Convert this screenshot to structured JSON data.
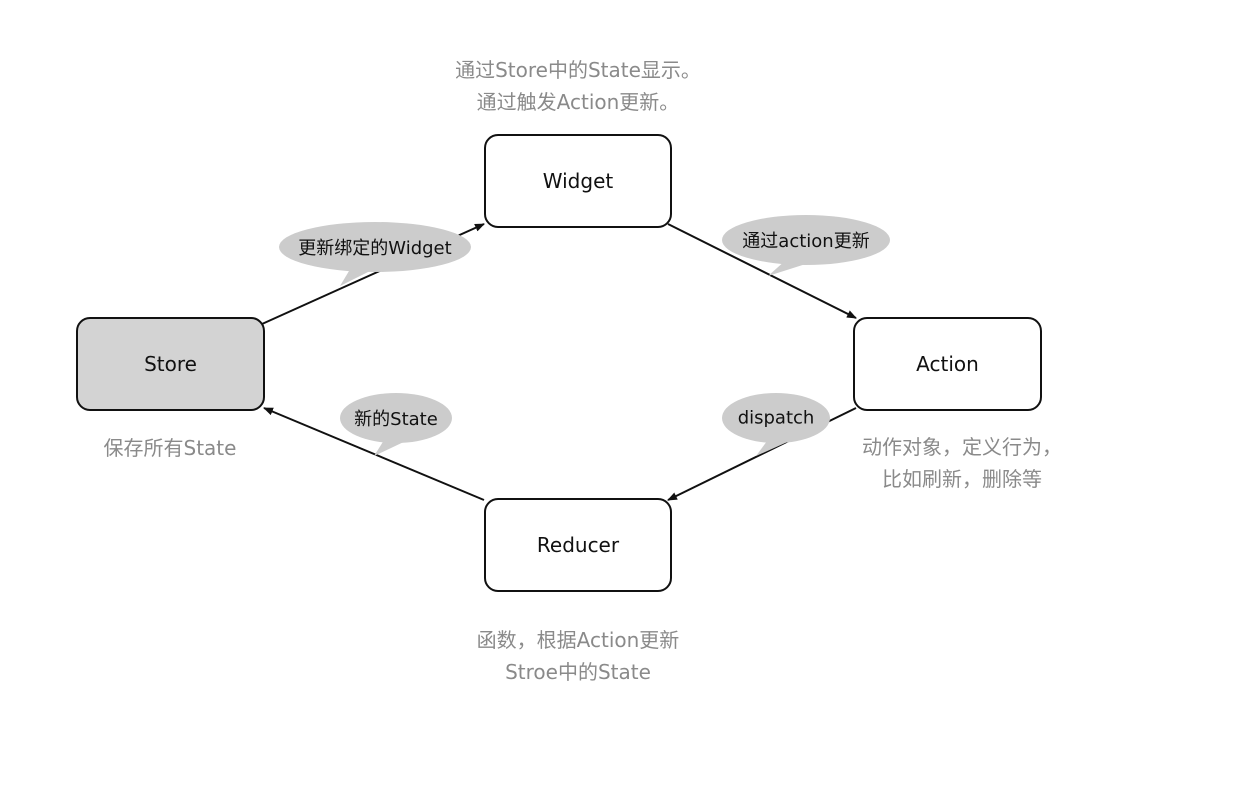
{
  "nodes": {
    "widget": "Widget",
    "store": "Store",
    "action": "Action",
    "reducer": "Reducer"
  },
  "notes": {
    "widget": [
      "通过Store中的State显示。",
      "通过触发Action更新。"
    ],
    "store": [
      "保存所有State"
    ],
    "action": [
      "动作对象，定义行为，",
      "比如刷新，删除等"
    ],
    "reducer": [
      "函数，根据Action更新",
      "Stroe中的State"
    ]
  },
  "edges": {
    "store_to_widget": "更新绑定的Widget",
    "widget_to_action": "通过action更新",
    "action_to_reducer": "dispatch",
    "reducer_to_store": "新的State"
  },
  "colors": {
    "store_fill": "#d3d3d3",
    "bubble_fill": "#cccccc",
    "note_text": "#8a8a8a",
    "stroke": "#111111"
  }
}
